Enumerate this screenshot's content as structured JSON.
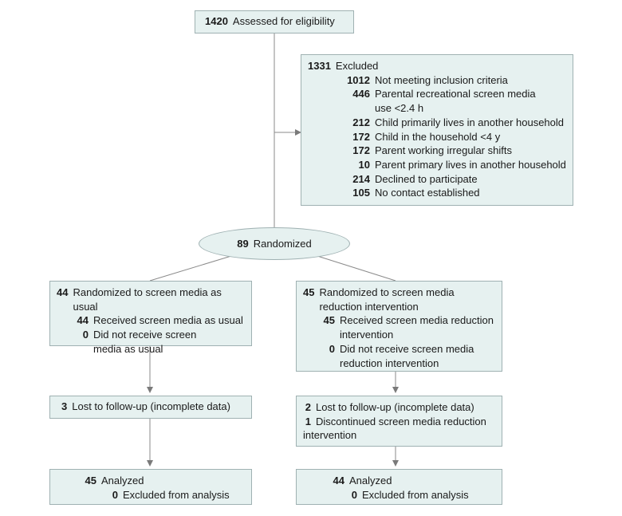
{
  "assessed": {
    "n": "1420",
    "label": "Assessed for eligibility"
  },
  "excluded": {
    "n": "1331",
    "label": "Excluded",
    "items": [
      {
        "n": "1012",
        "label": "Not meeting inclusion criteria"
      },
      {
        "n": "446",
        "label": "Parental recreational screen media",
        "label2": "use <2.4 h"
      },
      {
        "n": "212",
        "label": "Child primarily lives in another household"
      },
      {
        "n": "172",
        "label": "Child in the household <4 y"
      },
      {
        "n": "172",
        "label": "Parent working irregular shifts"
      },
      {
        "n": "10",
        "label": "Parent primary lives in another household"
      },
      {
        "n": "214",
        "label": "Declined to participate"
      },
      {
        "n": "105",
        "label": "No contact established"
      }
    ]
  },
  "randomized": {
    "n": "89",
    "label": "Randomized"
  },
  "usual_arm": {
    "alloc": {
      "n": "44",
      "label": "Randomized to screen media as usual",
      "items": [
        {
          "n": "44",
          "label": "Received screen media as usual"
        },
        {
          "n": "0",
          "label": "Did not receive screen",
          "label2": "media as usual"
        }
      ]
    },
    "followup": {
      "items": [
        {
          "n": "3",
          "label": "Lost to follow-up (incomplete data)"
        }
      ]
    },
    "analysis": {
      "n": "45",
      "label": "Analyzed",
      "items": [
        {
          "n": "0",
          "label": "Excluded from analysis"
        }
      ]
    }
  },
  "reduction_arm": {
    "alloc": {
      "n": "45",
      "label": "Randomized to screen media",
      "label2": "reduction intervention",
      "items": [
        {
          "n": "45",
          "label": "Received screen media reduction",
          "label2": "intervention"
        },
        {
          "n": "0",
          "label": "Did not receive screen media",
          "label2": "reduction intervention"
        }
      ]
    },
    "followup": {
      "items": [
        {
          "n": "2",
          "label": "Lost to follow-up (incomplete data)"
        },
        {
          "n": "1",
          "label": "Discontinued screen media reduction",
          "label2": "intervention"
        }
      ]
    },
    "analysis": {
      "n": "44",
      "label": "Analyzed",
      "items": [
        {
          "n": "0",
          "label": "Excluded from analysis"
        }
      ]
    }
  }
}
